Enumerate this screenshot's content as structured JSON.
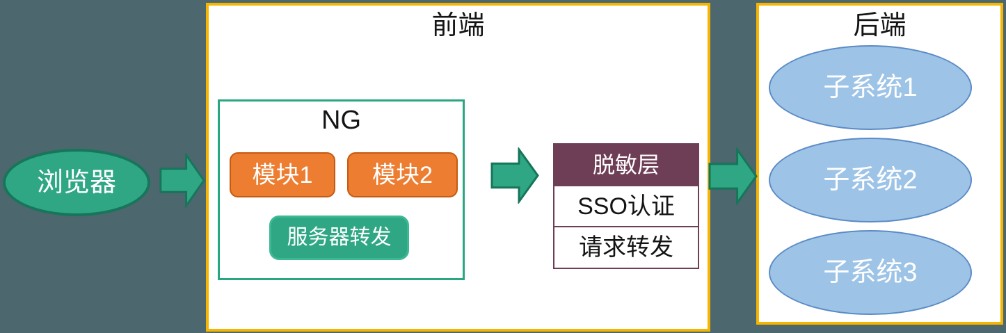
{
  "colors": {
    "background": "#4C676E",
    "panel_bg": "#FFFFFF",
    "panel_border": "#F5B500",
    "green_fill": "#2FA784",
    "green_dark": "#17755A",
    "green_light": "#3CB894",
    "orange_fill": "#ED7D31",
    "orange_border": "#C55A11",
    "teal_border": "#2AA682",
    "blue_fill": "#9DC3E6",
    "blue_border": "#5B8BC6",
    "plum": "#6E3D56",
    "text_dark": "#141414",
    "text_light": "#FFFFFF"
  },
  "nodes": {
    "browser": "浏览器",
    "frontend_title": "前端",
    "ng_title": "NG",
    "modules": [
      "模块1",
      "模块2"
    ],
    "server_forward": "服务器转发",
    "desens_header": "脱敏层",
    "desens_rows": [
      "SSO认证",
      "请求转发"
    ],
    "backend_title": "后端",
    "subsystems": [
      "子系统1",
      "子系统2",
      "子系统3"
    ]
  }
}
